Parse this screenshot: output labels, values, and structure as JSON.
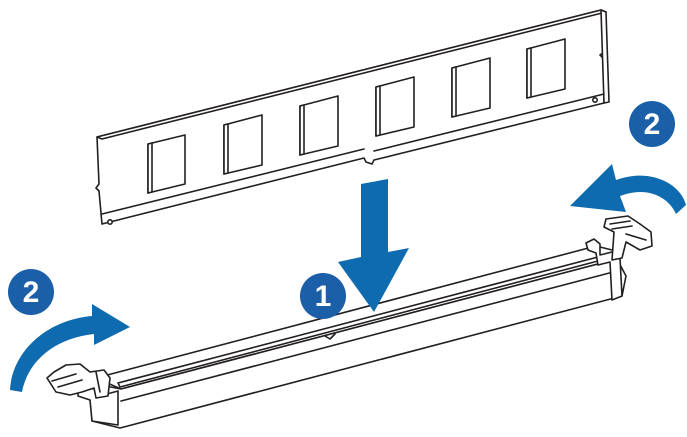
{
  "steps": {
    "insert": {
      "number": "1",
      "color": "#1a5fa8"
    },
    "latch_right": {
      "number": "2",
      "color": "#1a5fa8"
    },
    "latch_left": {
      "number": "2",
      "color": "#1a5fa8"
    }
  },
  "colors": {
    "badge": "#1a5fa8",
    "arrow": "#0f6bb0",
    "line": "#231f20",
    "fill": "#ffffff"
  },
  "icons": {
    "insert_arrow": "arrow-down-icon",
    "latch_arrow_left": "curved-arrow-icon",
    "latch_arrow_right": "curved-arrow-icon"
  }
}
